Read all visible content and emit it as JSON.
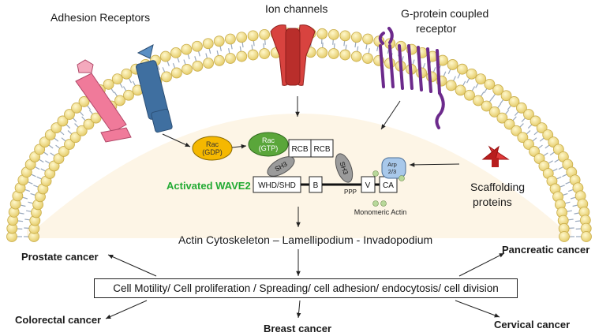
{
  "labels": {
    "adhesion_receptors": "Adhesion Receptors",
    "ion_channels": "Ion channels",
    "gpcr_line1": "G-protein coupled",
    "gpcr_line2": "receptor",
    "scaffolding_line1": "Scaffolding",
    "scaffolding_line2": "proteins",
    "activated_wave2": "Activated WAVE2",
    "monomeric_actin": "Monomeric Actin",
    "actin_cytoskeleton": "Actin Cytoskeleton – Lamellipodium - Invadopodium"
  },
  "molecules": {
    "rac_gdp_line1": "Rac",
    "rac_gdp_line2": "(GDP)",
    "rac_gtp_line1": "Rac",
    "rac_gtp_line2": "(GTP)",
    "rcb_1": "RCB",
    "rcb_2": "RCB",
    "sh3_left": "SH3",
    "sh3_right": "SH3",
    "whd_shd": "WHD/SHD",
    "b": "B",
    "ppp": "PPP",
    "v": "V",
    "ca": "CA",
    "arp_line1": "Arp",
    "arp_line2": "2/3"
  },
  "process_box": "Cell Motility/ Cell proliferation / Spreading/ cell adhesion/ endocytosis/ cell division",
  "cancers": {
    "prostate": "Prostate cancer",
    "colorectal": "Colorectal cancer",
    "breast": "Breast cancer",
    "pancreatic": "Pancreatic cancer",
    "cervical": "Cervical cancer"
  },
  "colors": {
    "activated_wave2": "#22aa33",
    "rac_gdp": "#f5b800",
    "rac_gtp": "#5aa63a",
    "cytoplasm": "#fdf5e6",
    "lipid_head": "#f3e08c",
    "ion_channel": "#d8433f",
    "adhesion_pink": "#f07a9a",
    "adhesion_blue": "#3f6fa0",
    "gpcr": "#6c2a8c",
    "scaffold": "#cc2222",
    "arp": "#a8c8ea"
  }
}
